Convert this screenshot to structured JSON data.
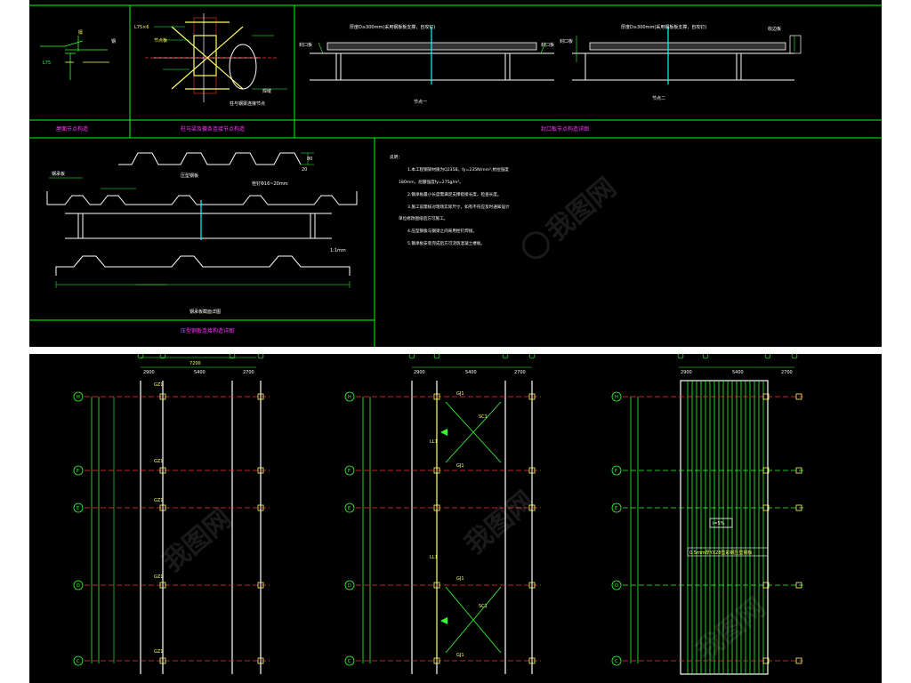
{
  "colors": {
    "frame": "#00ff00",
    "beam": "#ffffff",
    "red_axis": "#ff3333",
    "magenta_text": "#ff33ff",
    "yellow": "#ffff66",
    "green": "#33ff33",
    "background": "#000000"
  },
  "top": {
    "titles": {
      "panel1": "屋面节点构造",
      "panel2": "柱与梁及檩条连接节点构造",
      "panel3": "封口板节点构造详图",
      "panel4": "压型钢板连接构造详图"
    },
    "section_labels": {
      "sec1": "节点一",
      "sec2": "节点二",
      "bottom": "钢承板截面详图"
    },
    "labels": {
      "fill_top_left": "厚度D≥300mm(采用钢板板支撑，自攻钉)",
      "fill_top_right": "厚度D≥300mm(采用钢板板支撑，自攻钉)",
      "closure1": "封口板",
      "closure2": "封口板",
      "closure3": "封口板",
      "flashing": "收边板",
      "vert_plate": "钢承板",
      "stud": "栓钉Φ16~20mm",
      "bolt_label": "L75×6",
      "angle_detail": "节点板",
      "weld": "焊缝",
      "column_note": "柱与钢梁连接节点",
      "dim_80": "80",
      "dim_20": "20",
      "ratio": "1:1mm",
      "plate_label": "压型钢板"
    },
    "notes": {
      "heading": "说明：",
      "lines": [
        "1.本工程钢梁材质为Q235B，fy=235N/mm²,抗拉强度",
        "180mm，屈服强度fy=275g/m²。",
        "2.钢承板最小长度需满足支撑搭接长度，检查长度。",
        "3.施工前需核对现场实际尺寸，如有不符应及时通知设计",
        "单位修改图纸后方可施工。",
        "4.压型钢板与钢梁之间采用栓钉焊接。",
        "5.钢承板安装完成后方可浇筑混凝土楼板。"
      ]
    }
  },
  "bottom": {
    "axes": [
      "H",
      "F",
      "E",
      "D",
      "C"
    ],
    "plan1": {
      "dims": [
        "2900",
        "5400",
        "2700"
      ],
      "beam_label": "GZ1",
      "total": "7200"
    },
    "plan2": {
      "dims": [
        "2900",
        "5400",
        "2700"
      ],
      "beam_label": "GJ1",
      "brace_label": "SC1",
      "col_label": "LL1"
    },
    "plan3": {
      "dims": [
        "2900",
        "5400",
        "2700"
      ],
      "slope": "i=5%",
      "deck_label": "0.5mm厚YX28型彩钢压型钢板"
    }
  }
}
